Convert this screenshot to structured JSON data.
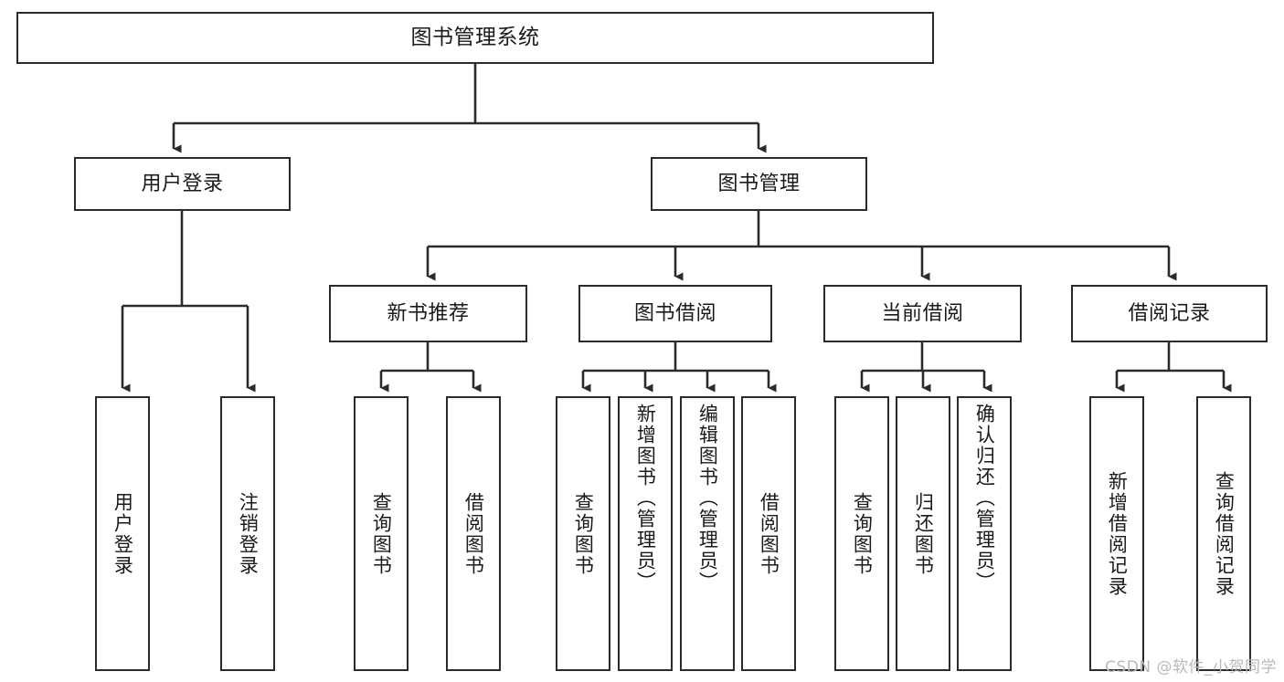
{
  "diagram": {
    "title": "图书管理系统",
    "watermark": "CSDN @软件_小贺同学",
    "colors": {
      "stroke": "#2b2b2b",
      "box_fill": "#ffffff",
      "text": "#1a1a1a",
      "watermark": "#b9b9b9",
      "background": "#ffffff"
    },
    "root": {
      "label": "图书管理系统"
    },
    "level1": [
      {
        "label": "用户登录"
      },
      {
        "label": "图书管理"
      }
    ],
    "level2": [
      {
        "label": "新书推荐"
      },
      {
        "label": "图书借阅"
      },
      {
        "label": "当前借阅"
      },
      {
        "label": "借阅记录"
      }
    ],
    "leaves": {
      "user_login": [
        {
          "label": "用户登录"
        },
        {
          "label": "注销登录"
        }
      ],
      "new_book_recommend": [
        {
          "label": "查询图书"
        },
        {
          "label": "借阅图书"
        }
      ],
      "book_borrow": [
        {
          "label": "查询图书"
        },
        {
          "label": "新增图书（管理员）"
        },
        {
          "label": "编辑图书（管理员）"
        },
        {
          "label": "借阅图书"
        }
      ],
      "current_borrow": [
        {
          "label": "查询图书"
        },
        {
          "label": "归还图书"
        },
        {
          "label": "确认归还（管理员）"
        }
      ],
      "borrow_record": [
        {
          "label": "新增借阅记录"
        },
        {
          "label": "查询借阅记录"
        }
      ]
    }
  }
}
